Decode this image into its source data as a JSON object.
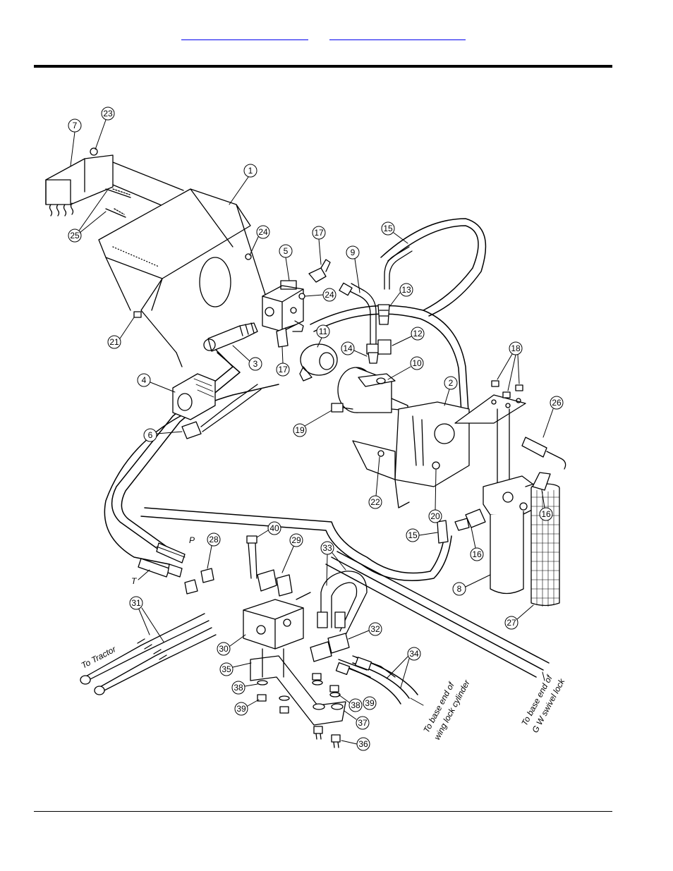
{
  "header": {
    "link_a": "",
    "link_b": ""
  },
  "callouts": [
    {
      "id": "c7",
      "label": "7"
    },
    {
      "id": "c23",
      "label": "23"
    },
    {
      "id": "c1",
      "label": "1"
    },
    {
      "id": "c25",
      "label": "25"
    },
    {
      "id": "c24a",
      "label": "24"
    },
    {
      "id": "c17a",
      "label": "17"
    },
    {
      "id": "c9",
      "label": "9"
    },
    {
      "id": "c15a",
      "label": "15"
    },
    {
      "id": "c5",
      "label": "5"
    },
    {
      "id": "c24b",
      "label": "24"
    },
    {
      "id": "c13",
      "label": "13"
    },
    {
      "id": "c21",
      "label": "21"
    },
    {
      "id": "c3",
      "label": "3"
    },
    {
      "id": "c17b",
      "label": "17"
    },
    {
      "id": "c11",
      "label": "11"
    },
    {
      "id": "c12",
      "label": "12"
    },
    {
      "id": "c14",
      "label": "14"
    },
    {
      "id": "c10",
      "label": "10"
    },
    {
      "id": "c18",
      "label": "18"
    },
    {
      "id": "c4",
      "label": "4"
    },
    {
      "id": "c2",
      "label": "2"
    },
    {
      "id": "c26",
      "label": "26"
    },
    {
      "id": "c19",
      "label": "19"
    },
    {
      "id": "c6",
      "label": "6"
    },
    {
      "id": "c16a",
      "label": "16"
    },
    {
      "id": "c22",
      "label": "22"
    },
    {
      "id": "c20",
      "label": "20"
    },
    {
      "id": "c15b",
      "label": "15"
    },
    {
      "id": "c16b",
      "label": "16"
    },
    {
      "id": "c40",
      "label": "40"
    },
    {
      "id": "c28",
      "label": "28"
    },
    {
      "id": "c29",
      "label": "29"
    },
    {
      "id": "c33",
      "label": "33"
    },
    {
      "id": "c8",
      "label": "8"
    },
    {
      "id": "c31",
      "label": "31"
    },
    {
      "id": "c27",
      "label": "27"
    },
    {
      "id": "c32",
      "label": "32"
    },
    {
      "id": "c30",
      "label": "30"
    },
    {
      "id": "c34",
      "label": "34"
    },
    {
      "id": "c35",
      "label": "35"
    },
    {
      "id": "c38a",
      "label": "38"
    },
    {
      "id": "c39a",
      "label": "39"
    },
    {
      "id": "c38b",
      "label": "38"
    },
    {
      "id": "c39b",
      "label": "39"
    },
    {
      "id": "c37",
      "label": "37"
    },
    {
      "id": "c36",
      "label": "36"
    }
  ],
  "port_labels": {
    "pressure": "P",
    "tank": "T"
  },
  "notes": {
    "to_tractor": "To Tractor",
    "wing_lock_line1": "To base end of",
    "wing_lock_line2": "wing lock cylinder",
    "swivel_lock_line1": "To base end of",
    "swivel_lock_line2": "G W swivel lock"
  },
  "colors": {
    "line": "#000000",
    "link": "#0000ee",
    "paper": "#ffffff"
  }
}
